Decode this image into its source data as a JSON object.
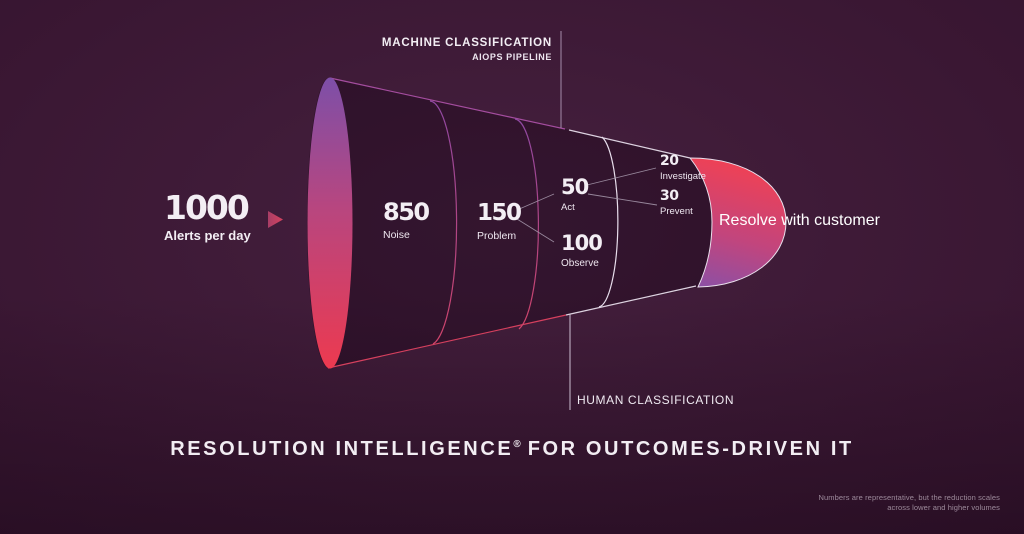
{
  "machine_heading": {
    "line1": "MACHINE CLASSIFICATION",
    "line2": "AIOPS PIPELINE"
  },
  "input": {
    "value": "1000",
    "label": "Alerts per day"
  },
  "funnel": {
    "stages": [
      {
        "value": "850",
        "label": "Noise"
      },
      {
        "value": "150",
        "label": "Problem"
      },
      {
        "value": "50",
        "label": "Act"
      },
      {
        "value": "100",
        "label": "Observe"
      },
      {
        "value": "20",
        "label": "Investigate"
      },
      {
        "value": "30",
        "label": "Prevent"
      }
    ],
    "outcome_label": "Resolve with customer"
  },
  "human_heading": "HUMAN CLASSIFICATION",
  "title": {
    "pre": "RESOLUTION INTELLIGENCE",
    "mark": "®",
    "post": "FOR OUTCOMES-DRIVEN IT"
  },
  "footnote": {
    "line1": "Numbers are representative, but the reduction scales",
    "line2": "across lower and higher volumes"
  },
  "colors": {
    "background_center": "#45203e",
    "background_edge": "#2c0f28",
    "funnel_purple": "#7d4fa8",
    "funnel_red": "#ec3a50",
    "machine_line": "#a44d9f",
    "bottom_line": "#d6405e",
    "human_line": "#ddd2e0",
    "text": "#f3eef4"
  }
}
